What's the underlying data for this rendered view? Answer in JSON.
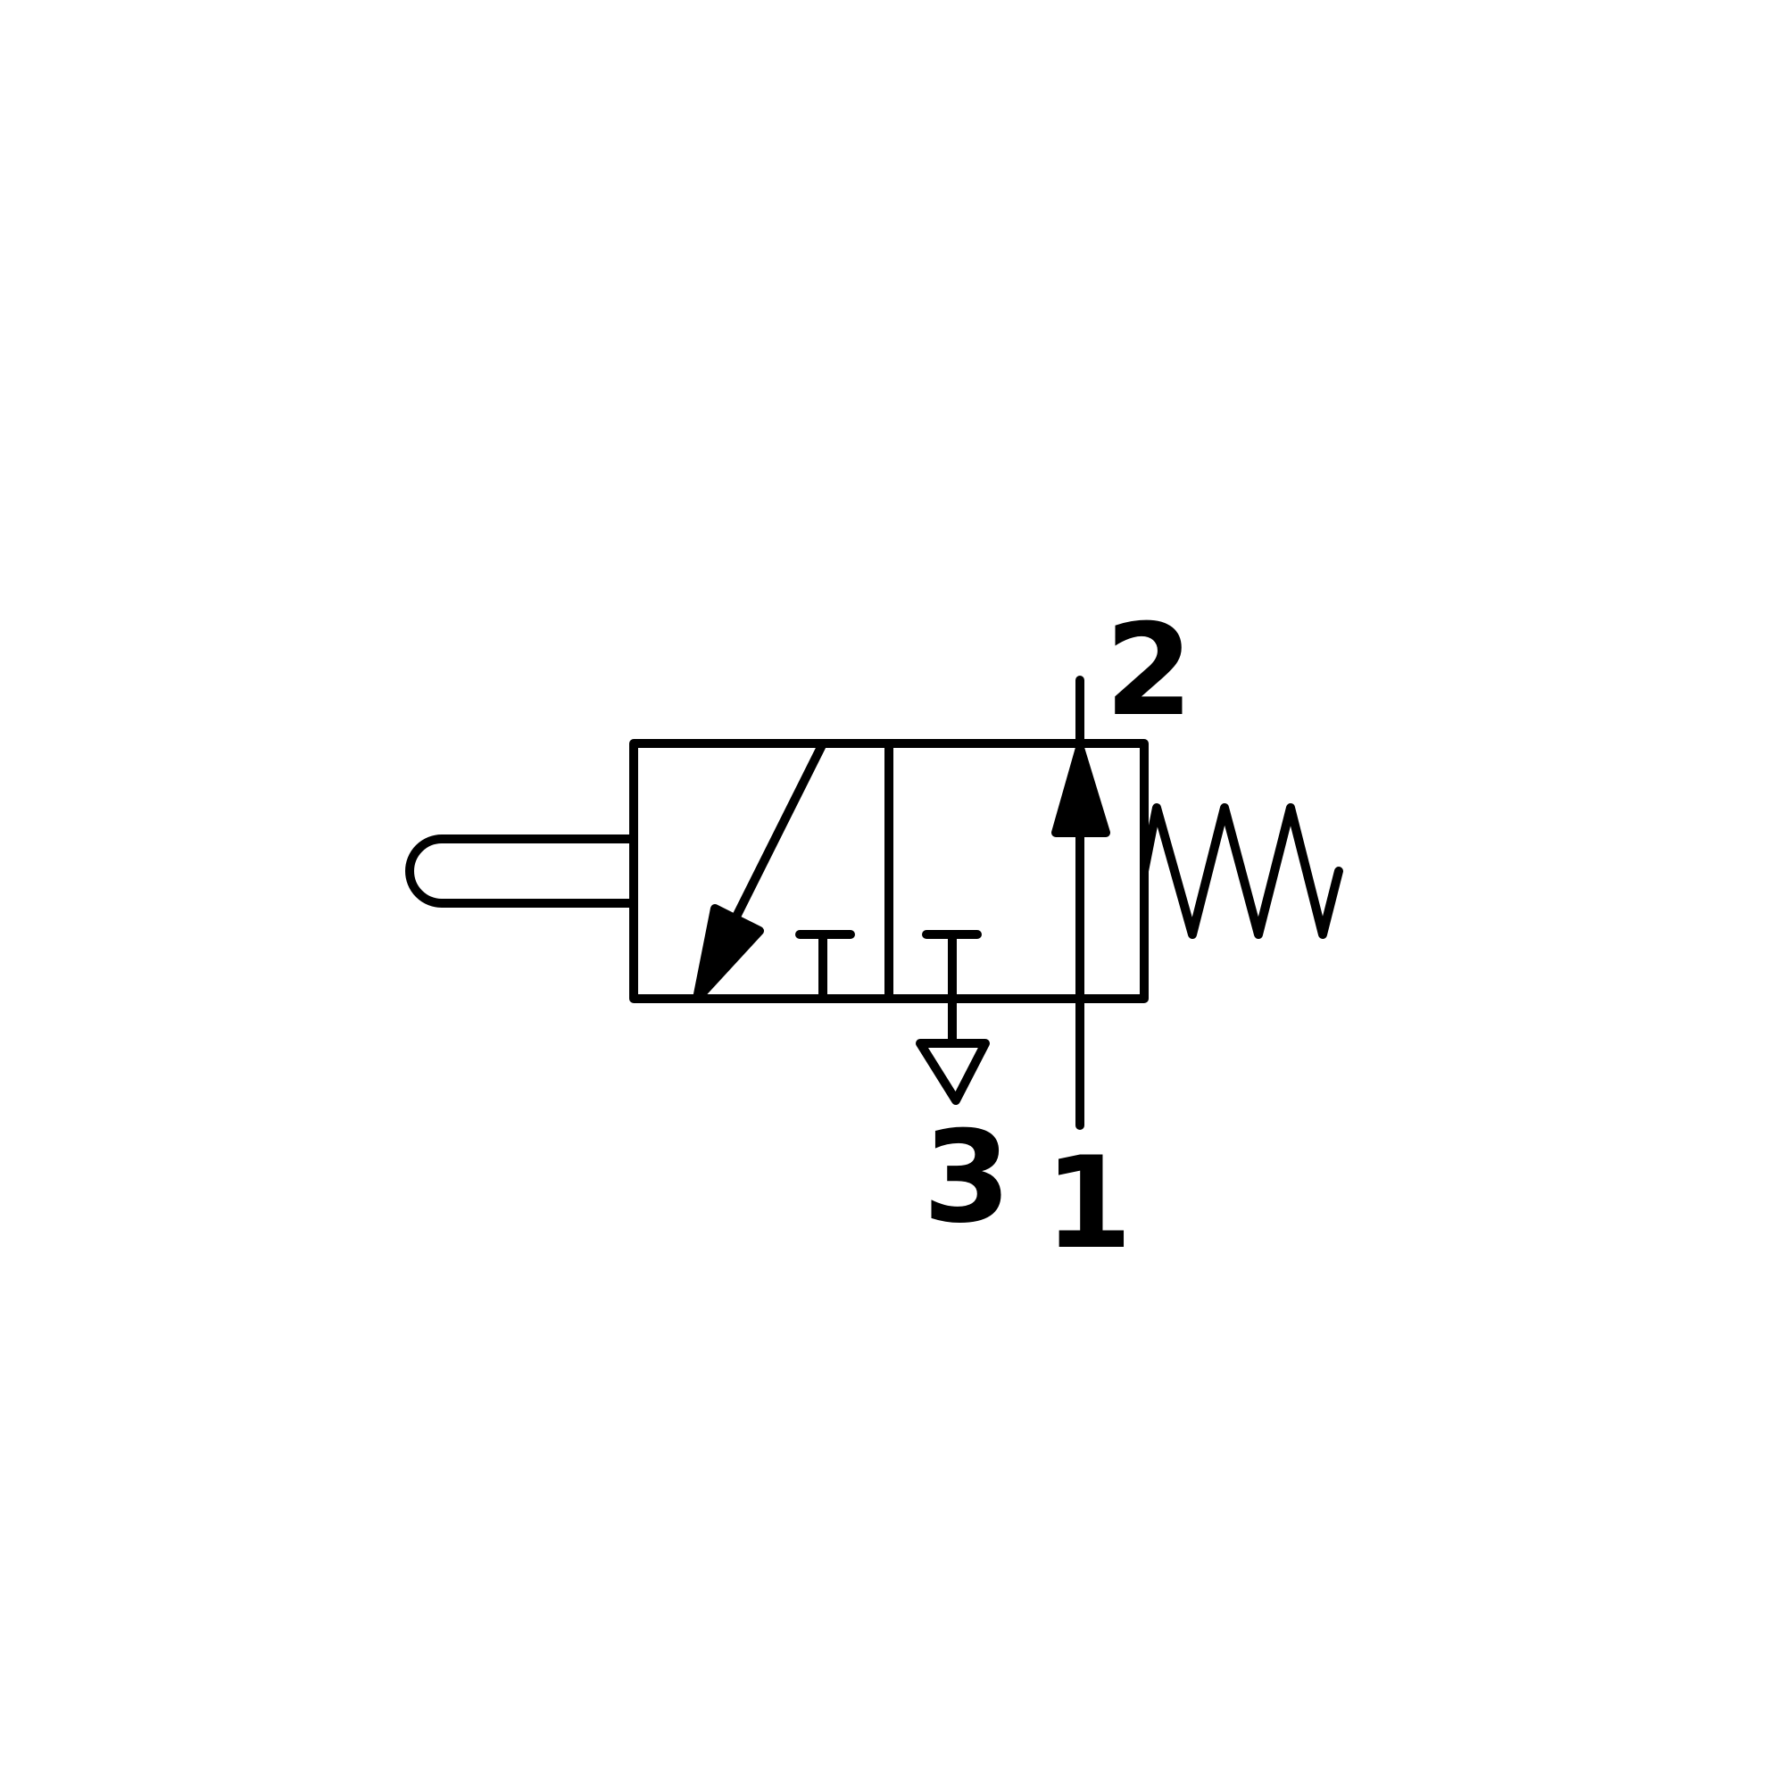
{
  "diagram": {
    "ports": {
      "outlet": "2",
      "supply": "1",
      "exhaust": "3"
    }
  },
  "colors": {
    "stroke": "#000000",
    "background": "#ffffff"
  }
}
